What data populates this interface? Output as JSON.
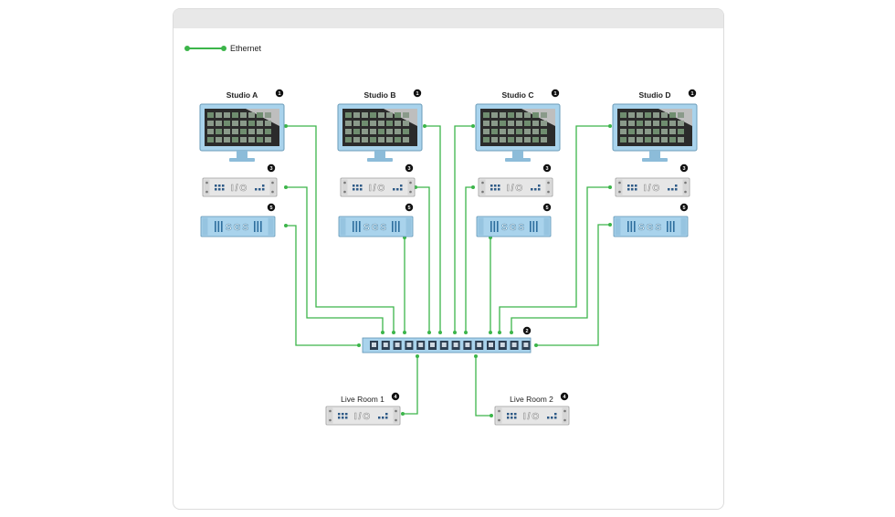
{
  "legend": {
    "ethernet_label": "Ethernet"
  },
  "studios": [
    {
      "label": "Studio A",
      "computer_badge": "1",
      "io_badge": "3",
      "sgs_badge": "5"
    },
    {
      "label": "Studio B",
      "computer_badge": "1",
      "io_badge": "3",
      "sgs_badge": "5"
    },
    {
      "label": "Studio C",
      "computer_badge": "1",
      "io_badge": "3",
      "sgs_badge": "5"
    },
    {
      "label": "Studio D",
      "computer_badge": "1",
      "io_badge": "3",
      "sgs_badge": "5"
    }
  ],
  "live_rooms": [
    {
      "label": "Live Room 1",
      "badge": "4"
    },
    {
      "label": "Live Room 2",
      "badge": "4"
    }
  ],
  "switch": {
    "badge": "2"
  },
  "device_labels": {
    "io": "I/O",
    "sgs": "SGS"
  },
  "colors": {
    "ethernet": "#3cb54a",
    "monitor_frame": "#a9d3ec",
    "sgs_fill": "#a9d3ec",
    "io_fill": "#e6e6e6",
    "badge": "#111111"
  }
}
